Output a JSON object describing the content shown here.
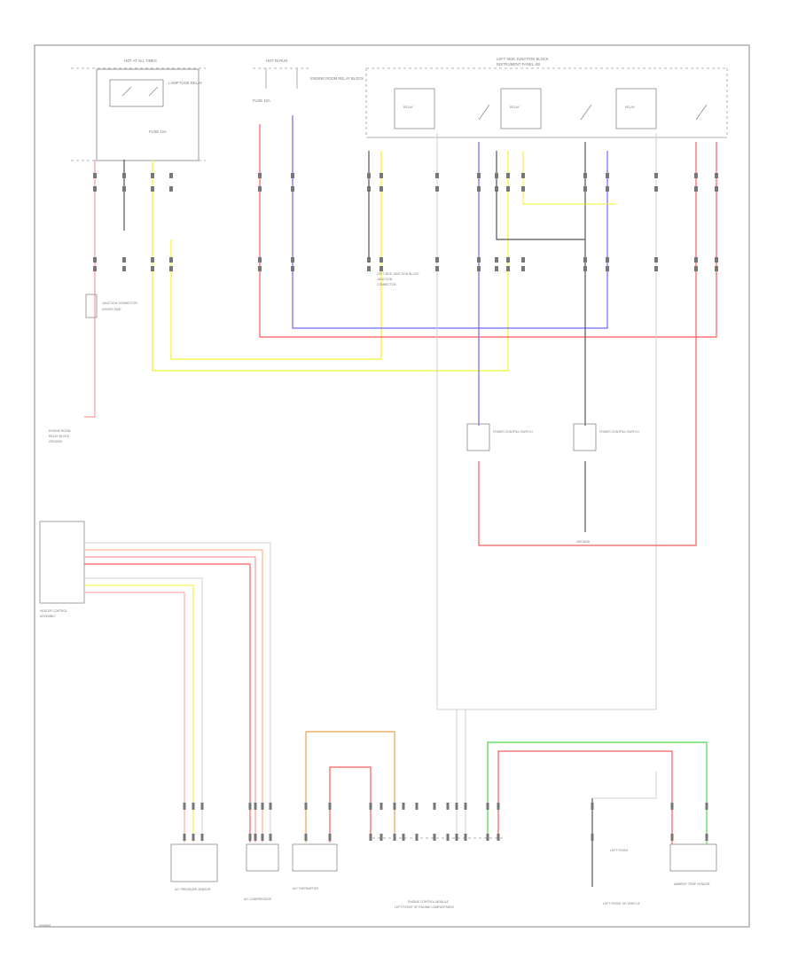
{
  "diagram": {
    "colors": {
      "frame": "#8a8a8a",
      "line": "#9a9a9a",
      "dark": "#555555",
      "red": "#ff5a5a",
      "pink": "#ff9a9a",
      "blue": "#6a6aff",
      "yellow": "#f2f22a",
      "green": "#4ad84a",
      "orange": "#e8a24a",
      "peach": "#ffb890",
      "text": "#7a7a7a"
    },
    "labels": {
      "top_left_box": "HOT AT ALL TIMES",
      "top_left_relay": "LAMP FUSE RELAY",
      "top_left_fuse": "FUSE 10A",
      "top_mid": "HOT IN RUN",
      "top_mid_fuse": "FUSE 10A",
      "top_mid_text": "ENGINE ROOM RELAY BLOCK",
      "top_right": "LEFT SIDE JUNCTION BLOCK",
      "top_right_sub": "INSTRUMENT PANEL J/B",
      "relay_1": "RELAY",
      "relay_2": "RELAY",
      "relay_3": "RELAY",
      "left_mid_label": "JUNCTION CONNECTOR",
      "left_mid_label2": "DRIVER SIDE",
      "ground_left": "ENGINE ROOM",
      "ground_left2": "RELAY BLOCK",
      "ground_left3": "GROUND",
      "mid_label": "LEFT SIDE JUNCTION BLOCK",
      "mid_label2": "JUNCTION",
      "mid_label3": "CONNECTOR",
      "connector_a": "POWER CONTROL SWITCH",
      "connector_b": "POWER CONTROL SWITCH",
      "ground_right": "GROUND",
      "left_panel_title": "HEATER CONTROL",
      "left_panel_sub": "ASSEMBLY",
      "bottom_comp_1": "A/C PRESSURE SENSOR",
      "bottom_comp_2": "A/C COMPRESSOR",
      "bottom_comp_3": "A/C THERMISTOR",
      "bottom_ecm": "ENGINE CONTROL MODULE",
      "bottom_ecm2": "LEFT FRONT OF ENGINE COMPARTMENT",
      "bottom_right_1": "LEFT FRONT",
      "bottom_right_2": "AMBIENT TEMP SENSOR",
      "bottom_right_3": "LEFT FRONT OF VEHICLE",
      "corner_tag": "9999999"
    }
  }
}
